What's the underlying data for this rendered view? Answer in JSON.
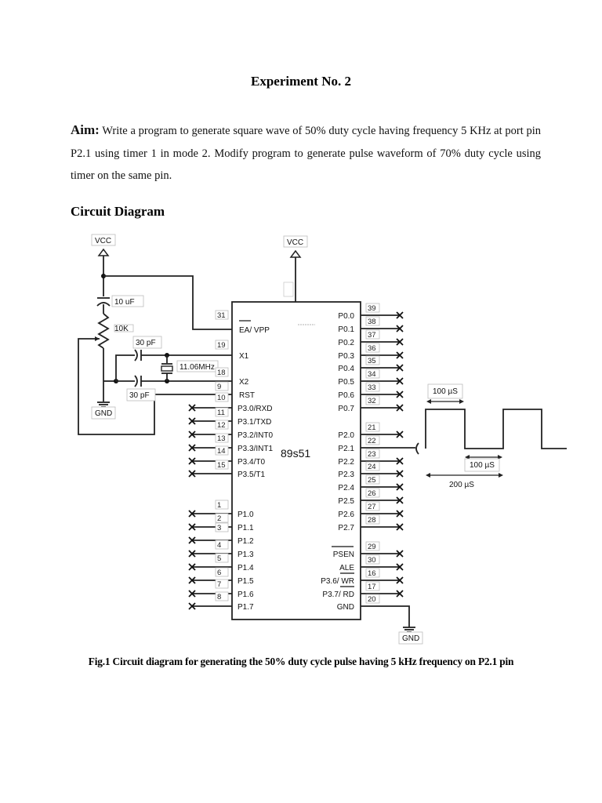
{
  "document": {
    "title": "Experiment No. 2",
    "aim_label": "Aim:",
    "aim_text": " Write a program to generate square wave of 50% duty cycle having frequency 5 KHz at port pin P2.1 using timer 1 in mode 2. Modify program to generate pulse waveform of 70% duty cycle using timer on the same pin.",
    "section_heading": "Circuit Diagram",
    "figure_caption": "Fig.1 Circuit diagram for generating the 50% duty cycle pulse having 5 kHz frequency  on P2.1 pin"
  },
  "circuit": {
    "chip_name": "89s51",
    "power_labels": {
      "vcc_left": "VCC",
      "vcc_top": "VCC",
      "gnd_left": "GND",
      "gnd_right": "GND"
    },
    "components": {
      "capacitor_reset": "10 uF",
      "resistor": "10K",
      "capacitor_x1": "30 pF",
      "capacitor_x2": "30 pF",
      "crystal": "11.06MHz"
    },
    "left_pins": [
      {
        "num": "31",
        "label": "EA/ VPP",
        "nc": false
      },
      {
        "num": "19",
        "label": "X1",
        "nc": false
      },
      {
        "num": "18",
        "label": "X2",
        "nc": false
      },
      {
        "num": "9",
        "label": "RST",
        "nc": false
      },
      {
        "num": "10",
        "label": "P3.0/RXD",
        "nc": true
      },
      {
        "num": "11",
        "label": "P3.1/TXD",
        "nc": true
      },
      {
        "num": "12",
        "label": "P3.2/INT0",
        "nc": true
      },
      {
        "num": "13",
        "label": "P3.3/INT1",
        "nc": true
      },
      {
        "num": "14",
        "label": "P3.4/T0",
        "nc": true
      },
      {
        "num": "15",
        "label": "P3.5/T1",
        "nc": true
      },
      {
        "num": "1",
        "label": "P1.0",
        "nc": true
      },
      {
        "num": "2",
        "label": "P1.1",
        "nc": true
      },
      {
        "num": "3",
        "label": "P1.2",
        "nc": true
      },
      {
        "num": "4",
        "label": "P1.3",
        "nc": true
      },
      {
        "num": "5",
        "label": "P1.4",
        "nc": true
      },
      {
        "num": "6",
        "label": "P1.5",
        "nc": true
      },
      {
        "num": "7",
        "label": "P1.6",
        "nc": true
      },
      {
        "num": "8",
        "label": "P1.7",
        "nc": true
      }
    ],
    "right_pins": [
      {
        "num": "39",
        "label": "P0.0",
        "nc": true
      },
      {
        "num": "38",
        "label": "P0.1",
        "nc": true
      },
      {
        "num": "37",
        "label": "P0.2",
        "nc": true
      },
      {
        "num": "36",
        "label": "P0.3",
        "nc": true
      },
      {
        "num": "35",
        "label": "P0.4",
        "nc": true
      },
      {
        "num": "34",
        "label": "P0.5",
        "nc": true
      },
      {
        "num": "33",
        "label": "P0.6",
        "nc": true
      },
      {
        "num": "32",
        "label": "P0.7",
        "nc": true
      },
      {
        "num": "21",
        "label": "P2.0",
        "nc": true
      },
      {
        "num": "22",
        "label": "P2.1",
        "nc": false
      },
      {
        "num": "23",
        "label": "P2.2",
        "nc": true
      },
      {
        "num": "24",
        "label": "P2.3",
        "nc": true
      },
      {
        "num": "25",
        "label": "P2.4",
        "nc": true
      },
      {
        "num": "26",
        "label": "P2.5",
        "nc": true
      },
      {
        "num": "27",
        "label": "P2.6",
        "nc": true
      },
      {
        "num": "28",
        "label": "P2.7",
        "nc": true
      },
      {
        "num": "29",
        "label": "PSEN",
        "nc": true
      },
      {
        "num": "30",
        "label": "ALE",
        "nc": true
      },
      {
        "num": "16",
        "label": "P3.6/ WR",
        "nc": true
      },
      {
        "num": "17",
        "label": "P3.7/ RD",
        "nc": true
      },
      {
        "num": "20",
        "label": "GND",
        "nc": false
      }
    ],
    "waveform": {
      "high_time": "100 µS",
      "low_time": "100 µS",
      "period": "200 µS"
    }
  }
}
